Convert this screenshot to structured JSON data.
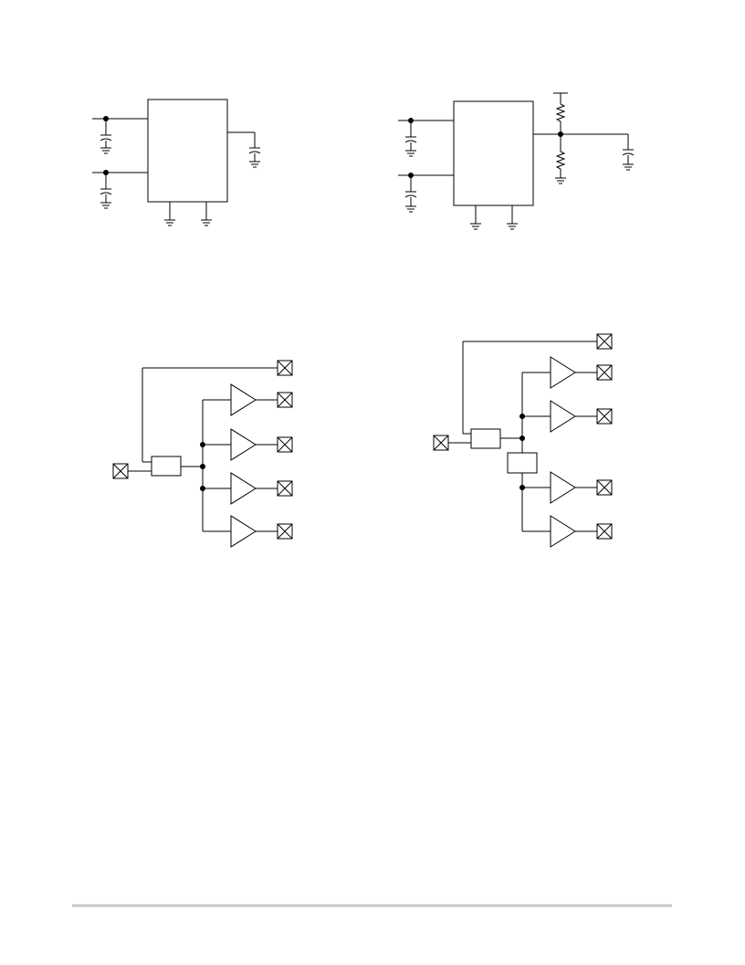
{
  "page": {
    "background": "#ffffff",
    "line_color": "#000000",
    "footer_rule_color": "#c8c8c8"
  },
  "figures": [
    {
      "name": "regulator-circuit-left",
      "description_visible_text": ""
    },
    {
      "name": "regulator-circuit-right",
      "description_visible_text": ""
    },
    {
      "name": "clock-fanout-left",
      "description_visible_text": ""
    },
    {
      "name": "clock-fanout-right",
      "description_visible_text": ""
    }
  ],
  "icons": {
    "ground": "ground-icon",
    "capacitor": "capacitor-icon",
    "resistor": "resistor-icon",
    "buffer": "buffer-amplifier-icon",
    "pin": "pin-terminal-icon"
  }
}
